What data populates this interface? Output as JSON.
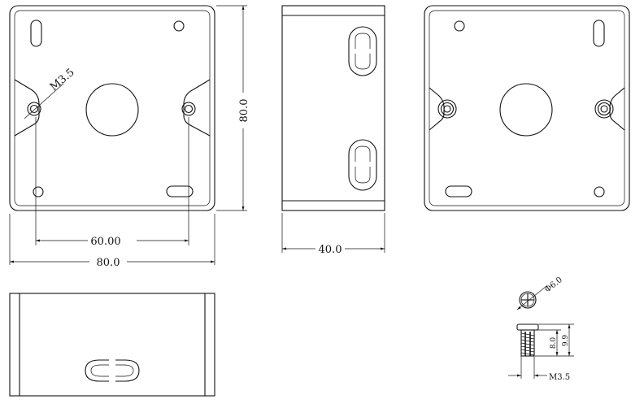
{
  "dimensions": {
    "front_width": "80.0",
    "hole_spacing": "60.00",
    "height": "80.0",
    "depth": "40.0",
    "thread_callout": "M3.5"
  },
  "screw": {
    "head_diameter": "Φ6.0",
    "shank_length": "8.0",
    "total_length": "9.9",
    "thread": "M3.5"
  }
}
